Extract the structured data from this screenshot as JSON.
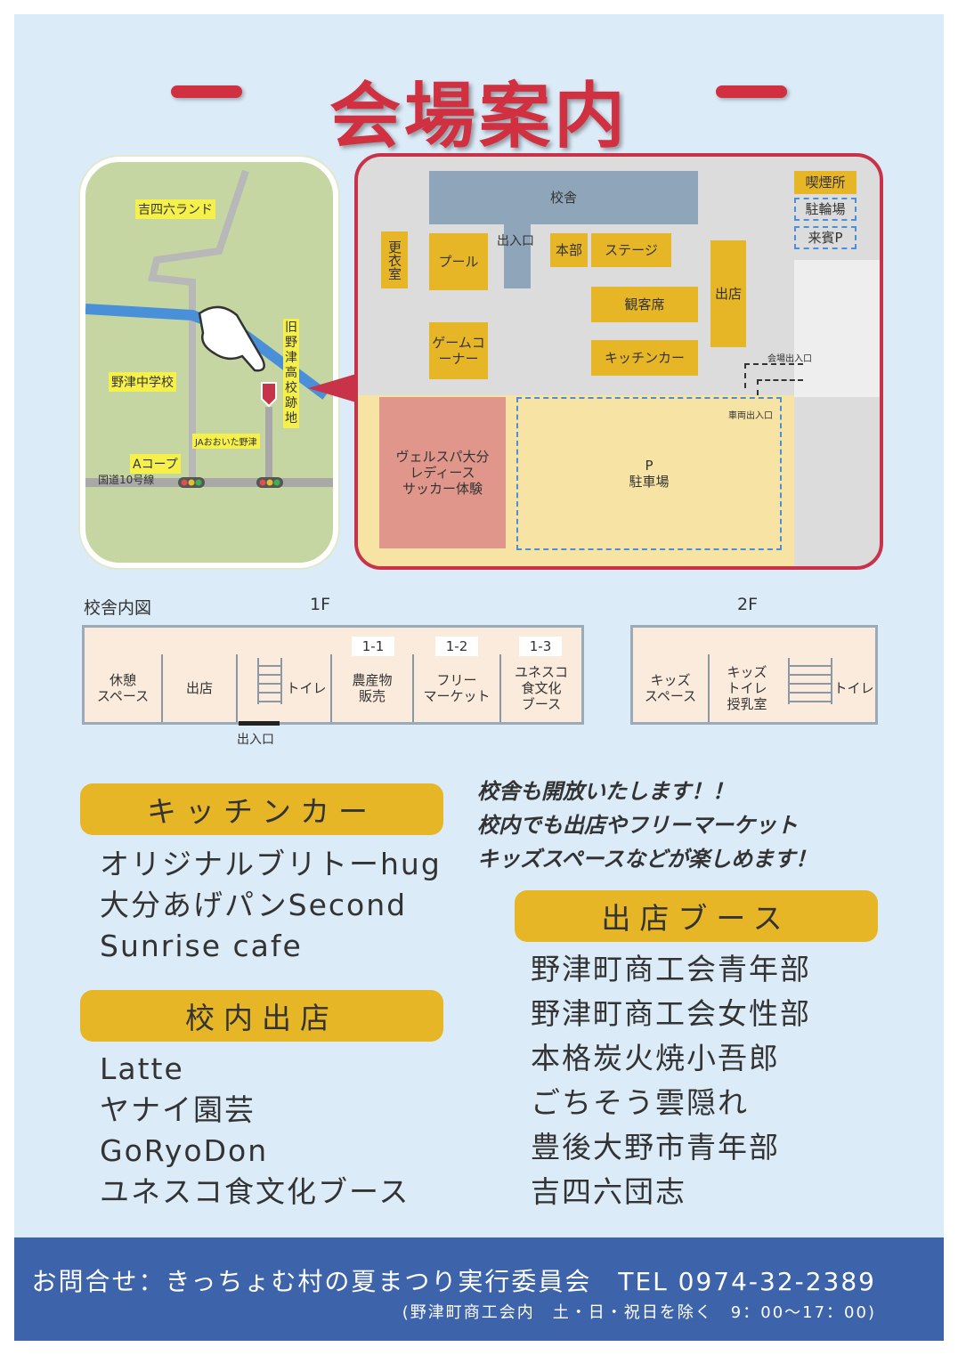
{
  "title": "会場案内",
  "area_map": {
    "labels": {
      "kichiroku_land": "吉四六ランド",
      "noitsu_jhs": "野津中学校",
      "former_school": "旧野津高校跡地",
      "ja": "JAおおいた野津",
      "a_coop": "Aコープ",
      "route10": "国道10号線"
    }
  },
  "site_map": {
    "school_building": "校舎",
    "entrance": "出入口",
    "changing_room": "更衣室",
    "pool": "プール",
    "hq": "本部",
    "stage": "ステージ",
    "audience": "観客席",
    "game_corner": "ゲームコーナー",
    "kitchen_car": "キッチンカー",
    "stalls": "出店",
    "smoking": "喫煙所",
    "bike_parking": "駐輪場",
    "guest_parking": "来賓P",
    "venue_entrance": "会場出入口",
    "vehicle_entrance": "車両出入口",
    "soccer_line1": "ヴェルスパ大分",
    "soccer_line2": "レディース",
    "soccer_line3": "サッカー体験",
    "parking_p": "P",
    "parking": "駐車場"
  },
  "floor_plan": {
    "label": "校舎内図",
    "f1": {
      "label": "1F",
      "rest1": "休憩",
      "rest2": "スペース",
      "stalls": "出店",
      "toilet": "トイレ",
      "entrance": "出入口",
      "n11": "1-1",
      "r11a": "農産物",
      "r11b": "販売",
      "n12": "1-2",
      "r12a": "フリー",
      "r12b": "マーケット",
      "n13": "1-3",
      "r13a": "ユネスコ",
      "r13b": "食文化",
      "r13c": "ブース"
    },
    "f2": {
      "label": "2F",
      "kids1": "キッズ",
      "kids2": "スペース",
      "nurse1": "キッズ",
      "nurse2": "トイレ",
      "nurse3": "授乳室",
      "toilet": "トイレ"
    }
  },
  "kitchen_car": {
    "heading": "キッチンカー",
    "items": [
      "オリジナルブリトーhug",
      "大分あげパンSecond",
      "Sunrise cafe"
    ]
  },
  "inside_stalls": {
    "heading": "校内出店",
    "items": [
      "Latte",
      "ヤナイ園芸",
      "GoRyoDon",
      "ユネスコ食文化ブース"
    ]
  },
  "notice": [
    "校舎も開放いたします！！",
    "校内でも出店やフリーマーケット",
    "キッズスペースなどが楽しめます！"
  ],
  "booths": {
    "heading": "出店ブース",
    "items": [
      "野津町商工会青年部",
      "野津町商工会女性部",
      "本格炭火焼小吾郎",
      "ごちそう雲隠れ",
      "豊後大野市青年部",
      "吉四六団志"
    ]
  },
  "footer": {
    "line1": "お問合せ：きっちょむ村の夏まつり実行委員会　TEL 0974-32-2389",
    "line2": "(野津町商工会内　土・日・祝日を除く　9：00～17：00)"
  },
  "colors": {
    "accent": "#d0303f",
    "yellow": "#e6b626",
    "footer": "#3d63ab",
    "background": "#dcebf8"
  }
}
